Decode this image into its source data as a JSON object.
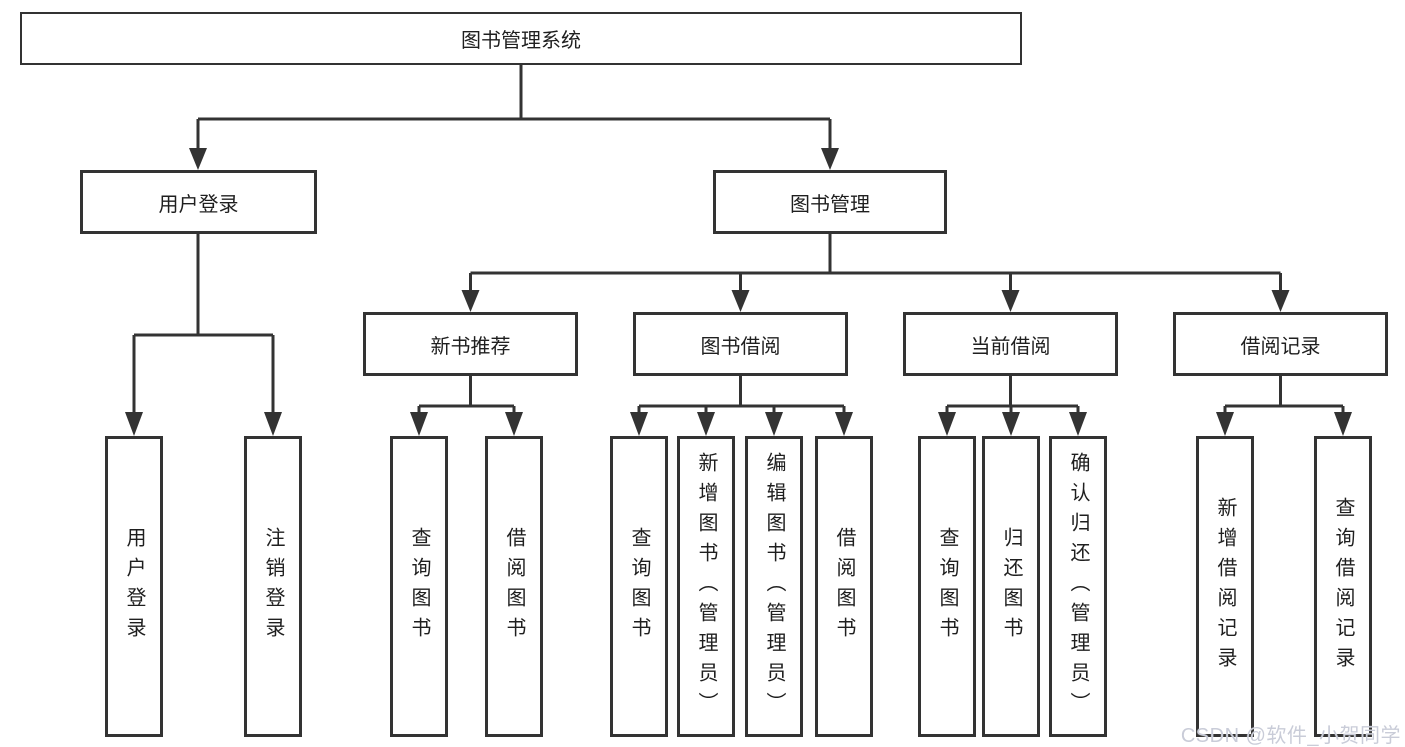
{
  "diagram": {
    "title_node": "图书管理系统",
    "level2": {
      "user_login": "用户登录",
      "book_management": "图书管理"
    },
    "level3": {
      "new_book_recommend": "新书推荐",
      "book_borrow": "图书借阅",
      "current_borrow": "当前借阅",
      "borrow_records": "借阅记录"
    },
    "leaves": {
      "user_login": "用户登录",
      "logout": "注销登录",
      "query_book_recommend": "查询图书",
      "borrow_book_recommend": "借阅图书",
      "query_book_borrow": "查询图书",
      "add_book_admin": "新增图书（管理员）",
      "edit_book_admin": "编辑图书（管理员）",
      "borrow_book": "借阅图书",
      "query_book_current": "查询图书",
      "return_book": "归还图书",
      "confirm_return_admin": "确认归还（管理员）",
      "add_borrow_record": "新增借阅记录",
      "query_borrow_record": "查询借阅记录"
    }
  },
  "watermark": {
    "text": "CSDN @软件_小贺同学"
  },
  "colors": {
    "line": "#333333",
    "box_fill": "#ffffff",
    "background": "#ffffff",
    "watermark": "#c9ccd8"
  }
}
